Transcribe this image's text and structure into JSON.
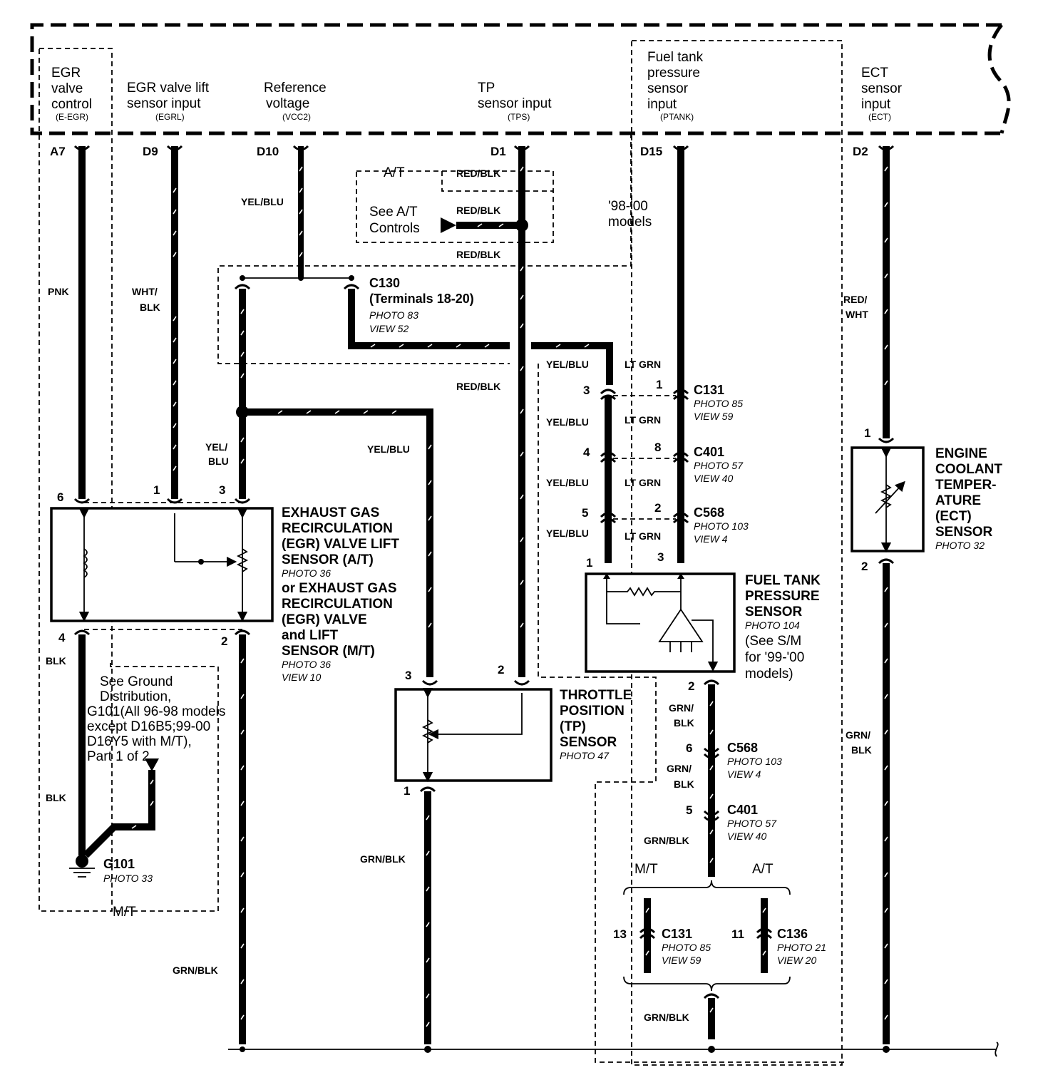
{
  "ecm_inputs": [
    {
      "name_lines": [
        "EGR",
        "valve",
        "control"
      ],
      "code": "(E-EGR)",
      "pin": "A7"
    },
    {
      "name_lines": [
        "EGR valve lift",
        "sensor input"
      ],
      "code": "(EGRL)",
      "pin": "D9"
    },
    {
      "name_lines": [
        "Reference",
        "voltage"
      ],
      "code": "(VCC2)",
      "pin": "D10"
    },
    {
      "name_lines": [
        "TP",
        "sensor input"
      ],
      "code": "(TPS)",
      "pin": "D1"
    },
    {
      "name_lines": [
        "Fuel tank",
        "pressure",
        "sensor",
        "input"
      ],
      "code": "(PTANK)",
      "pin": "D15"
    },
    {
      "name_lines": [
        "ECT",
        "sensor",
        "input"
      ],
      "code": "(ECT)",
      "pin": "D2"
    }
  ],
  "wire_colors": {
    "pnk": "PNK",
    "wht_blk_1": "WHT/",
    "wht_blk_2": "BLK",
    "yel_blu": "YEL/BLU",
    "red_blk": "RED/BLK",
    "red_wht_1": "RED/",
    "red_wht_2": "WHT",
    "lt_grn": "LT GRN",
    "yel_blu_split_1": "YEL/",
    "yel_blu_split_2": "BLU",
    "blk": "BLK",
    "grn_blk": "GRN/BLK",
    "grn_blk_split_1": "GRN/",
    "grn_blk_split_2": "BLK"
  },
  "at_box": {
    "label": "A/T",
    "see_lines": [
      "See A/T",
      "Controls"
    ]
  },
  "models_note": [
    "'98-'00",
    "models"
  ],
  "connectors": {
    "c130": {
      "name": "C130",
      "sub": "(Terminals 18-20)",
      "photo": "PHOTO 83",
      "view": "VIEW 52"
    },
    "c131_top": {
      "name": "C131",
      "photo": "PHOTO 85",
      "view": "VIEW 59"
    },
    "c401_top": {
      "name": "C401",
      "photo": "PHOTO 57",
      "view": "VIEW 40"
    },
    "c568_top": {
      "name": "C568",
      "photo": "PHOTO 103",
      "view": "VIEW 4"
    },
    "c568_bot": {
      "name": "C568",
      "photo": "PHOTO 103",
      "view": "VIEW 4"
    },
    "c401_bot": {
      "name": "C401",
      "photo": "PHOTO 57",
      "view": "VIEW 40"
    },
    "c131_bot": {
      "name": "C131",
      "photo": "PHOTO 85",
      "view": "VIEW 59"
    },
    "c136": {
      "name": "C136",
      "photo": "PHOTO 21",
      "view": "VIEW 20"
    }
  },
  "pins": {
    "c131_left": "3",
    "c131_right": "1",
    "c401_left": "4",
    "c401_right": "8",
    "c568_left": "5",
    "c568_right": "2",
    "fts_left": "1",
    "fts_right": "3",
    "fts_out": "2",
    "egr_6": "6",
    "egr_1": "1",
    "egr_3": "3",
    "egr_4": "4",
    "egr_2": "2",
    "tp_3": "3",
    "tp_2": "2",
    "tp_1": "1",
    "c568_bot": "6",
    "c401_bot": "5",
    "c131_bot": "13",
    "c136_bot": "11",
    "ect_1": "1",
    "ect_2": "2"
  },
  "components": {
    "egr": {
      "lines": [
        "EXHAUST GAS",
        "RECIRCULATION",
        "(EGR) VALVE LIFT",
        "SENSOR (A/T)"
      ],
      "photo1": "PHOTO 36",
      "lines2": [
        "or EXHAUST GAS",
        "RECIRCULATION",
        "(EGR) VALVE",
        "and LIFT",
        "SENSOR (M/T)"
      ],
      "photo2": "PHOTO 36",
      "view2": "VIEW 10"
    },
    "tp": {
      "lines": [
        "THROTTLE",
        "POSITION",
        "(TP)",
        "SENSOR"
      ],
      "photo": "PHOTO 47"
    },
    "fts": {
      "lines": [
        "FUEL TANK",
        "PRESSURE",
        "SENSOR"
      ],
      "photo": "PHOTO 104",
      "note": [
        "(See S/M",
        "for '99-'00",
        "models)"
      ]
    },
    "ect": {
      "lines": [
        "ENGINE",
        "COOLANT",
        "TEMPER-",
        "ATURE",
        "(ECT)",
        "SENSOR"
      ],
      "photo": "PHOTO 32"
    }
  },
  "ground": {
    "see_lines": [
      "See Ground",
      "Distribution,",
      "G101(All 96-98 models",
      "except D16B5;99-00",
      "D16Y5 with M/T),",
      "Part 1 of 2"
    ],
    "mt_label": "M/T",
    "name": "G101",
    "photo": "PHOTO 33"
  },
  "split": {
    "mt": "M/T",
    "at": "A/T"
  }
}
